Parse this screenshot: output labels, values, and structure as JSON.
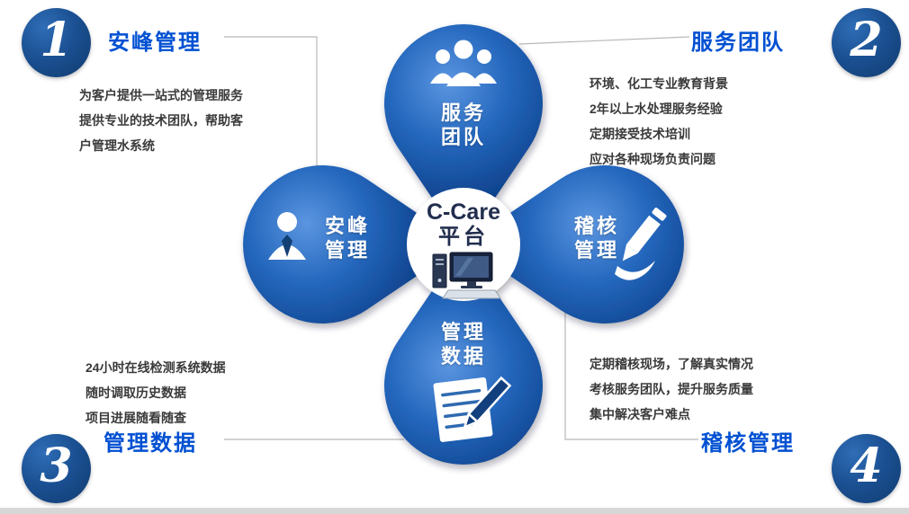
{
  "palette": {
    "petal_light": "#5b95e0",
    "petal_mid": "#2467bd",
    "petal_dark": "#0a3a82",
    "badge_blue": "#1a4f91",
    "heading_blue": "#0050d2",
    "body_text": "#3a3a3a",
    "connector_gray": "#b8b8b8",
    "footer_gray": "#d7d7d7"
  },
  "center": {
    "line1": "C-Care",
    "line2": "平台",
    "icon": "computer-icon"
  },
  "petals": {
    "top": {
      "label_lines": [
        "服务",
        "团队"
      ],
      "icon": "team-icon"
    },
    "left": {
      "label_lines": [
        "安峰",
        "管理"
      ],
      "icon": "manager-icon"
    },
    "right": {
      "label_lines": [
        "稽核",
        "管理"
      ],
      "icon": "pencil-icon"
    },
    "bottom": {
      "label_lines": [
        "管理",
        "数据"
      ],
      "icon": "document-pen-icon"
    }
  },
  "corners": {
    "top_left": {
      "number": "1",
      "title": "安峰管理",
      "lines": [
        "为客户提供一站式的管理服务",
        "提供专业的技术团队，帮助客",
        "户管理水系统"
      ]
    },
    "top_right": {
      "number": "2",
      "title": "服务团队",
      "lines": [
        "环境、化工专业教育背景",
        "2年以上水处理服务经验",
        "定期接受技术培训",
        "应对各种现场负责问题"
      ]
    },
    "bottom_left": {
      "number": "3",
      "title": "管理数据",
      "lines": [
        "24小时在线检测系统数据",
        "随时调取历史数据",
        "项目进展随看随查"
      ]
    },
    "bottom_right": {
      "number": "4",
      "title": "稽核管理",
      "lines": [
        "定期稽核现场，了解真实情况",
        "考核服务团队，提升服务质量",
        "集中解决客户难点"
      ]
    }
  }
}
